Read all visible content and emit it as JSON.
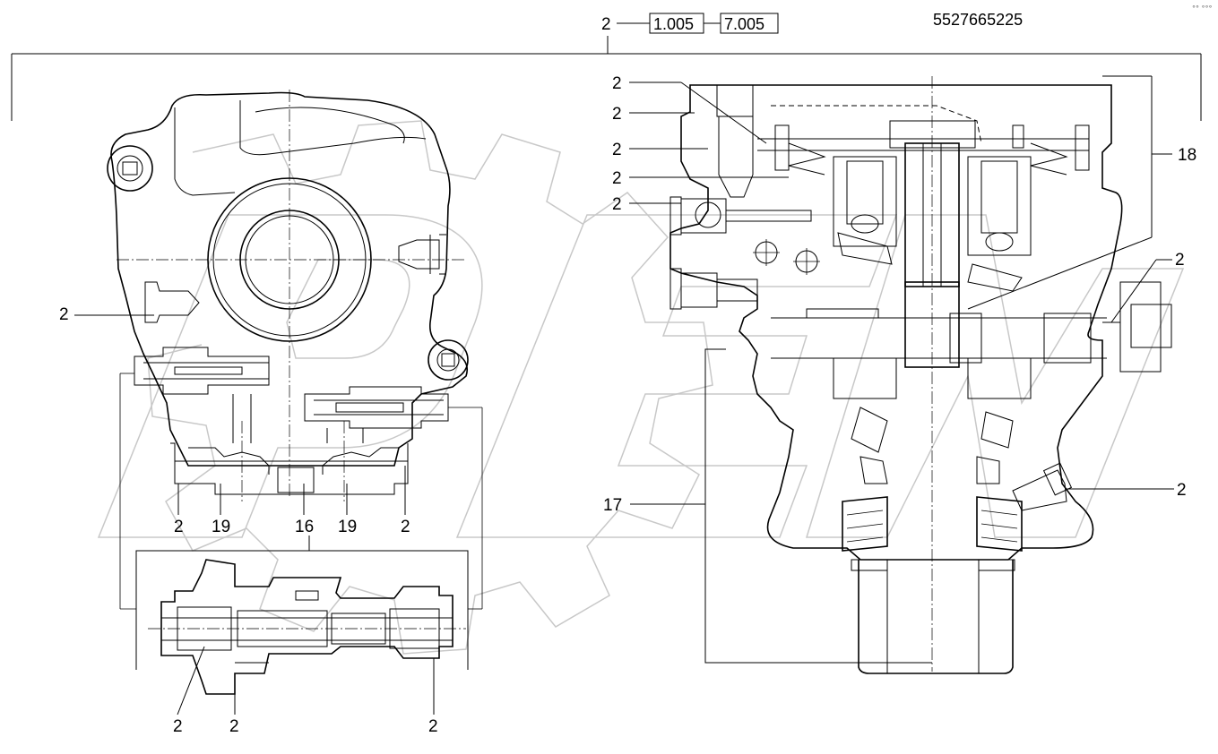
{
  "header": {
    "top_ref": "2",
    "box1": "1.005",
    "box2": "7.005",
    "part_number": "5527665225",
    "corner_mark": "°° °°°"
  },
  "watermark": {
    "text": "OPEX"
  },
  "callouts": {
    "left_2": "2",
    "bottom_2a": "2",
    "bottom_19a": "19",
    "bottom_16": "16",
    "bottom_19b": "19",
    "bottom_2b": "2",
    "valve_2a": "2",
    "valve_2b": "2",
    "valve_2c": "2",
    "right_2a": "2",
    "right_2b": "2",
    "right_2c": "2",
    "right_2d": "2",
    "right_2e": "2",
    "right_18": "18",
    "right_2f": "2",
    "right_2g": "2",
    "right_17": "17"
  }
}
